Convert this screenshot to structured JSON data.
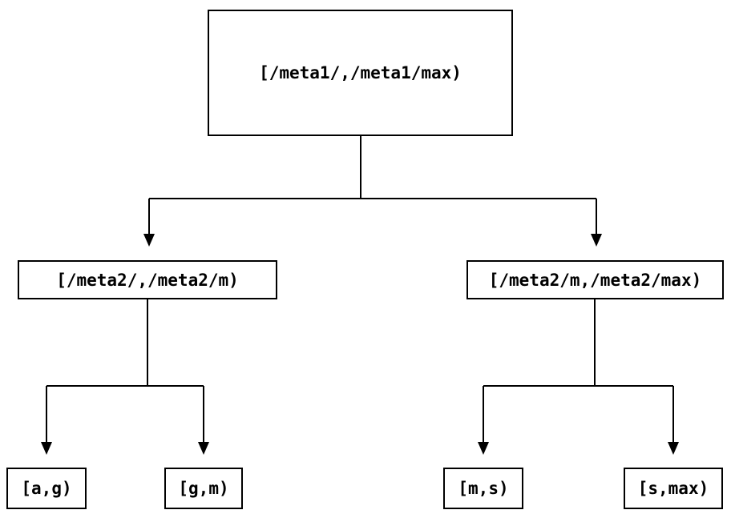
{
  "diagram": {
    "root": {
      "label": "[/meta1/,/meta1/max)"
    },
    "children": [
      {
        "label": "[/meta2/,/meta2/m)"
      },
      {
        "label": "[/meta2/m,/meta2/max)"
      }
    ],
    "leaves": [
      {
        "label": "[a,g)"
      },
      {
        "label": "[g,m)"
      },
      {
        "label": "[m,s)"
      },
      {
        "label": "[s,max)"
      }
    ],
    "colors": {
      "line": "#000000",
      "background": "#ffffff",
      "text": "#000000"
    }
  }
}
